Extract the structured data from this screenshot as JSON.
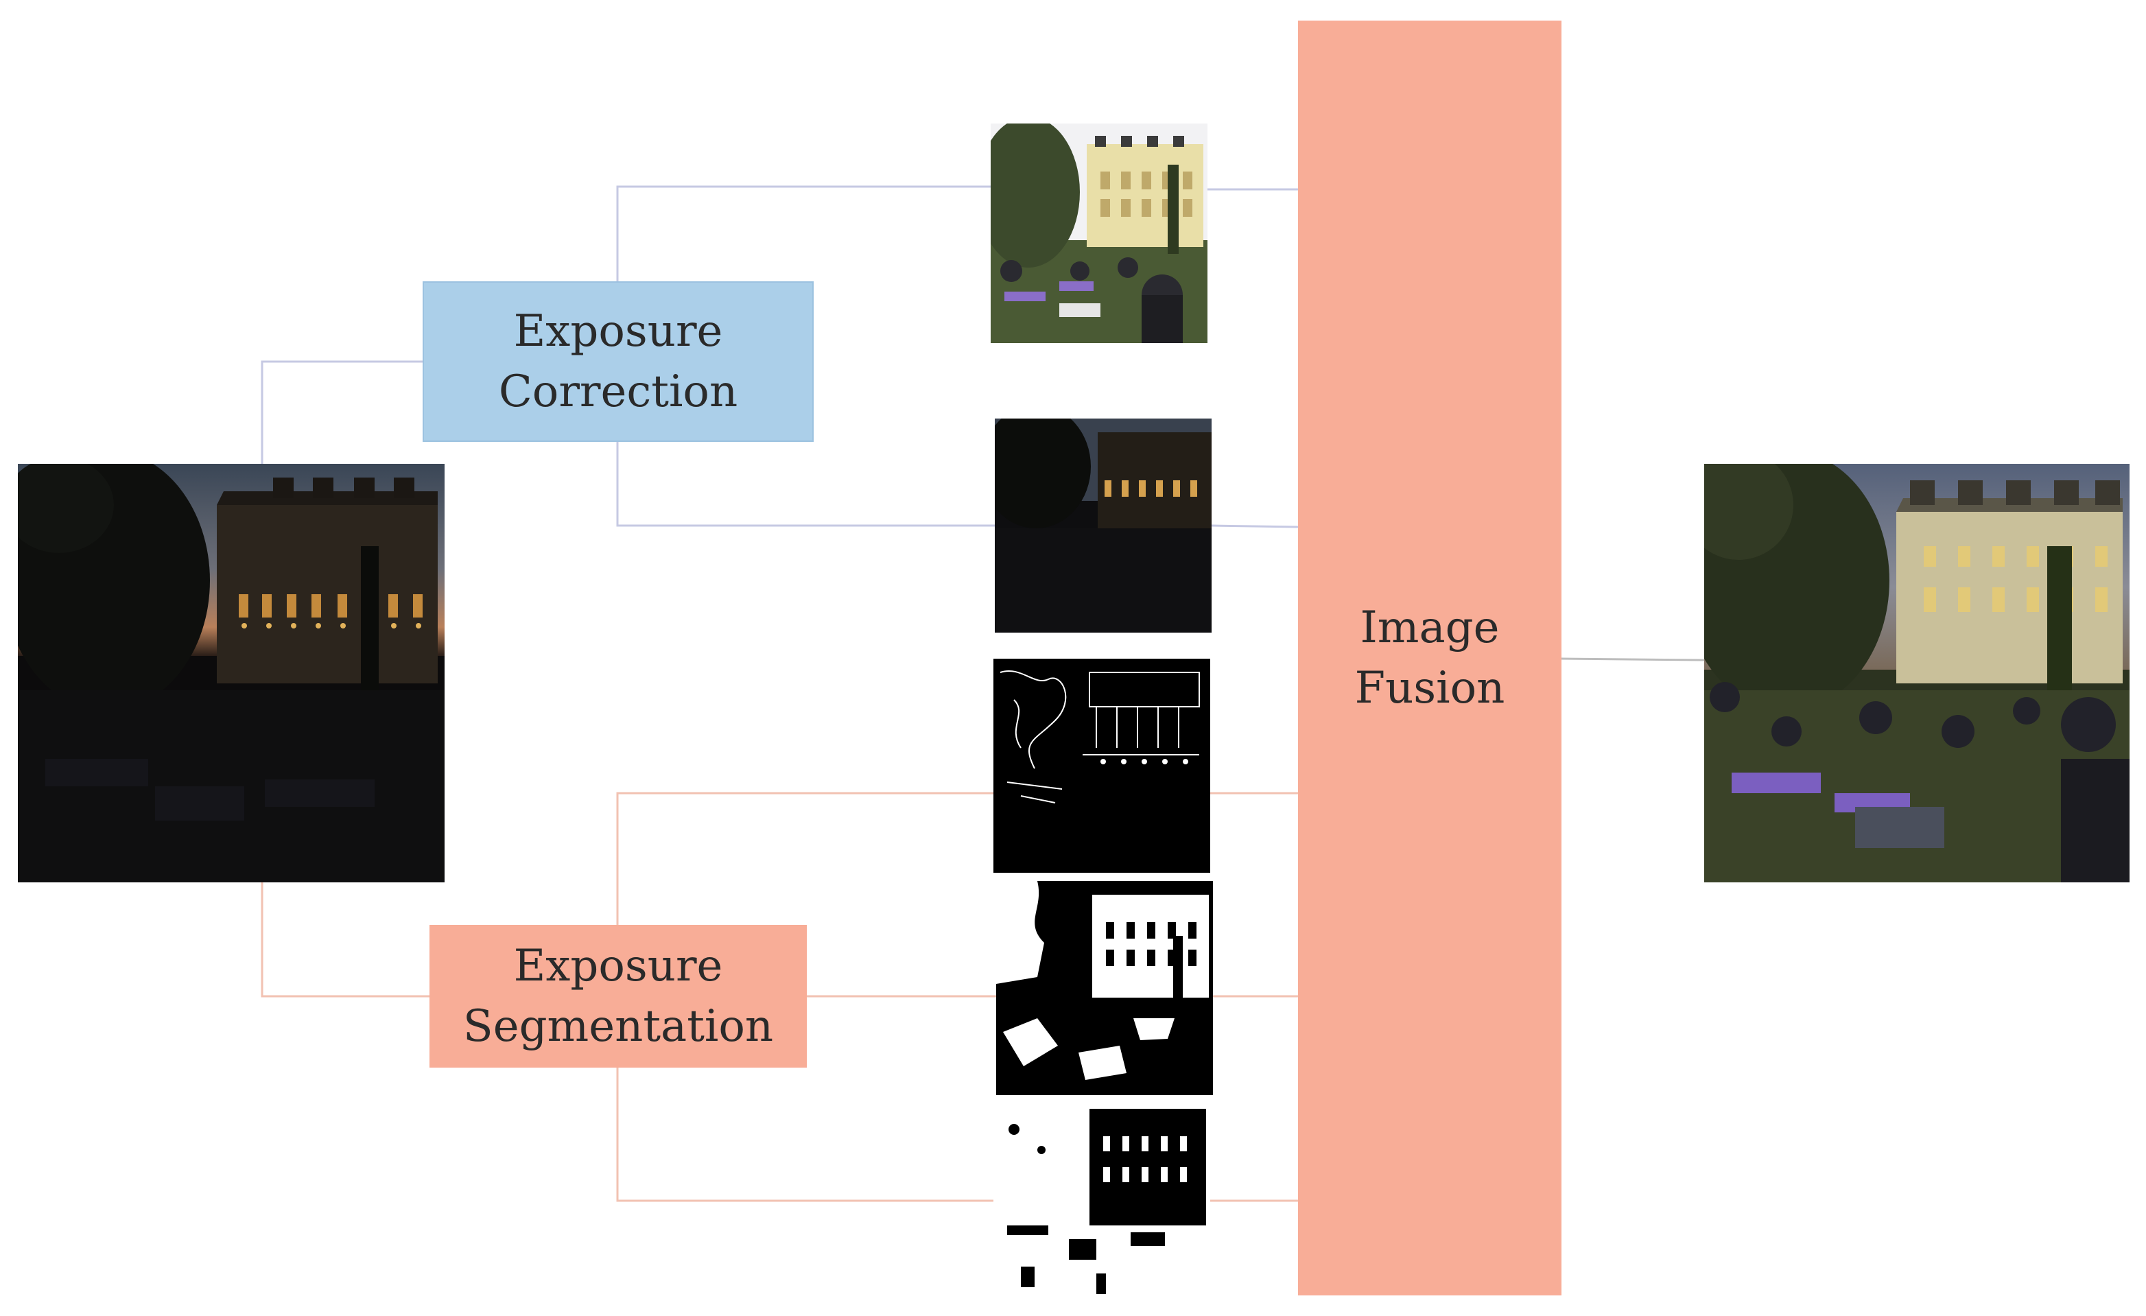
{
  "boxes": {
    "exposure_correction": {
      "line1": "Exposure",
      "line2": "Correction",
      "color": "#abcfe9"
    },
    "exposure_segmentation": {
      "line1": "Exposure",
      "line2": "Segmentation",
      "color": "#f8ad97"
    },
    "image_fusion": {
      "line1": "Image",
      "line2": "Fusion",
      "color": "#f8ad97"
    }
  },
  "wire_colors": {
    "blue": "#c6c9e3",
    "salmon": "#f2c2b2",
    "gray": "#bdbdbd"
  }
}
